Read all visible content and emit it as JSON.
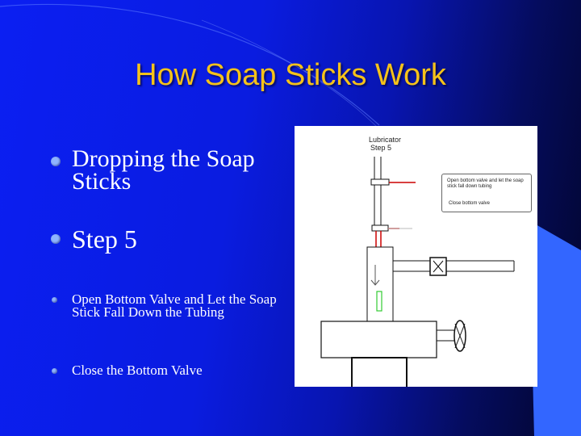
{
  "slide": {
    "title": "How Soap Sticks Work",
    "bullets": [
      "Dropping the Soap Sticks",
      "Step 5",
      "Open Bottom Valve and Let the Soap Stick Fall Down the Tubing",
      "Close the Bottom Valve"
    ]
  },
  "diagram": {
    "label_line1": "Lubricator",
    "label_line2": "Step  5",
    "callout_line1": "Open bottom valve and let the soap stick fall down tubing",
    "callout_line2": "Close bottom valve"
  },
  "colors": {
    "title": "#f5c21a",
    "background": "#0b1ff2",
    "accent_wedge": "#3366ff",
    "bullet_dot": "#8fb4ff",
    "red_marks": "#cc0000",
    "soap_stick": "#33cc33"
  }
}
